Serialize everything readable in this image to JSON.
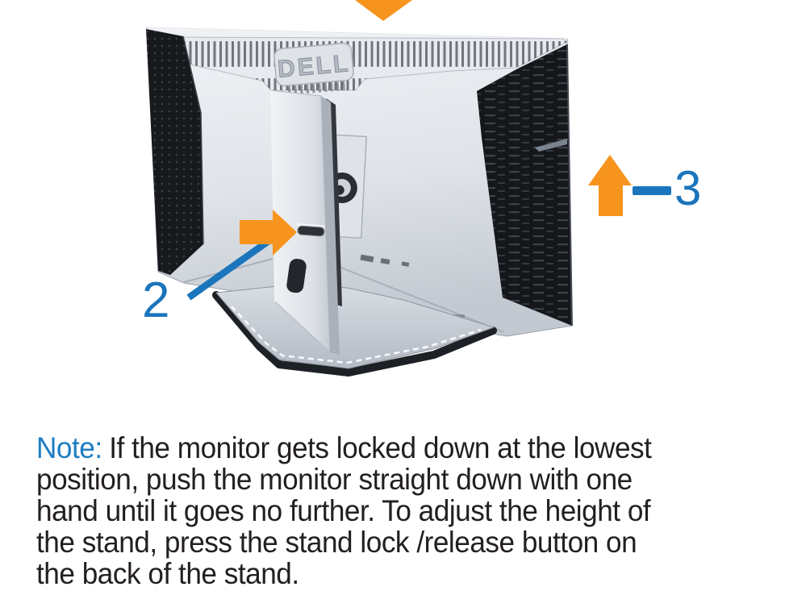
{
  "figure": {
    "monitor_brand": "DELL",
    "callouts": {
      "step2_label": "2",
      "step3_label": "3"
    },
    "icons": {
      "step1": "arrow-down-icon",
      "step2": "arrow-right-icon",
      "step3": "arrow-up-icon"
    },
    "colors": {
      "accent_orange": "#F7941D",
      "callout_blue": "#1B75BC",
      "note_blue": "#1E7DC2",
      "text_dark": "#231F20"
    }
  },
  "note": {
    "prefix": "Note:",
    "lines": [
      "If the monitor gets locked down at the lowest",
      "position, push the monitor straight down with one",
      "hand until it goes no further. To adjust the height of",
      "the stand, press the stand lock /release button on",
      "the back of the stand."
    ]
  }
}
